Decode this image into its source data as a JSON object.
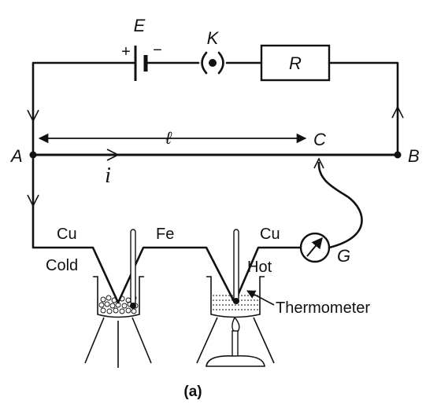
{
  "labels": {
    "emf": "E",
    "plus": "+",
    "minus": "−",
    "key": "K",
    "resistor": "R",
    "point_a": "A",
    "point_b": "B",
    "point_c": "C",
    "length": "ℓ",
    "current": "i",
    "cu_left": "Cu",
    "fe": "Fe",
    "cu_right": "Cu",
    "cold": "Cold",
    "hot": "Hot",
    "thermometer": "Thermometer",
    "galvanometer": "G",
    "caption": "(a)"
  }
}
